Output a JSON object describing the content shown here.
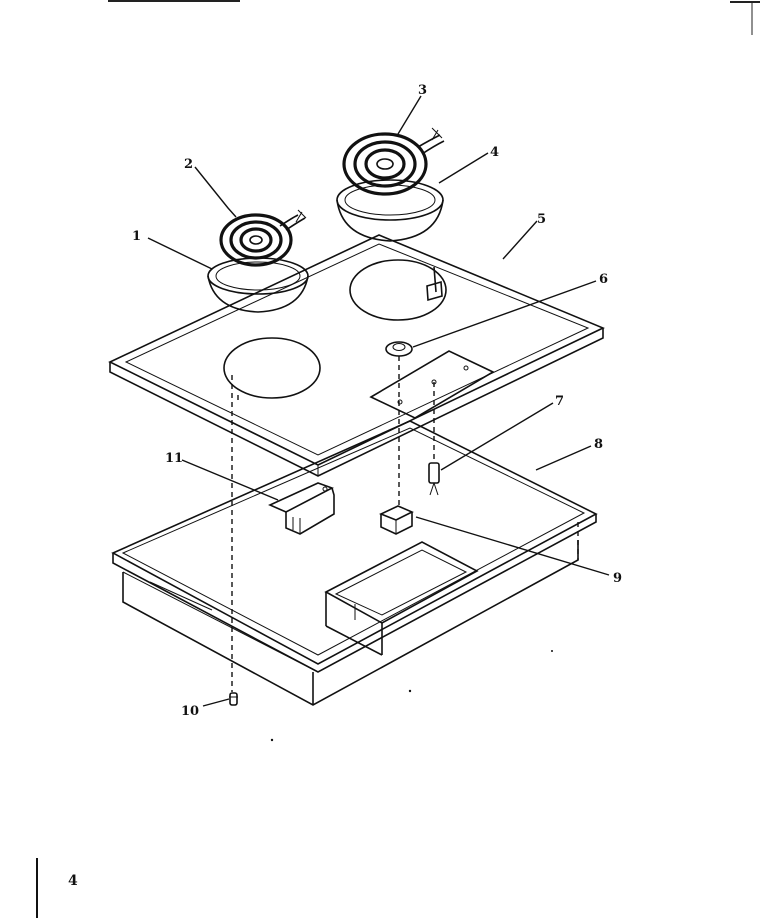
{
  "page": {
    "number": "4"
  },
  "callouts": [
    "1",
    "2",
    "3",
    "4",
    "5",
    "6",
    "7",
    "8",
    "9",
    "10",
    "11"
  ]
}
